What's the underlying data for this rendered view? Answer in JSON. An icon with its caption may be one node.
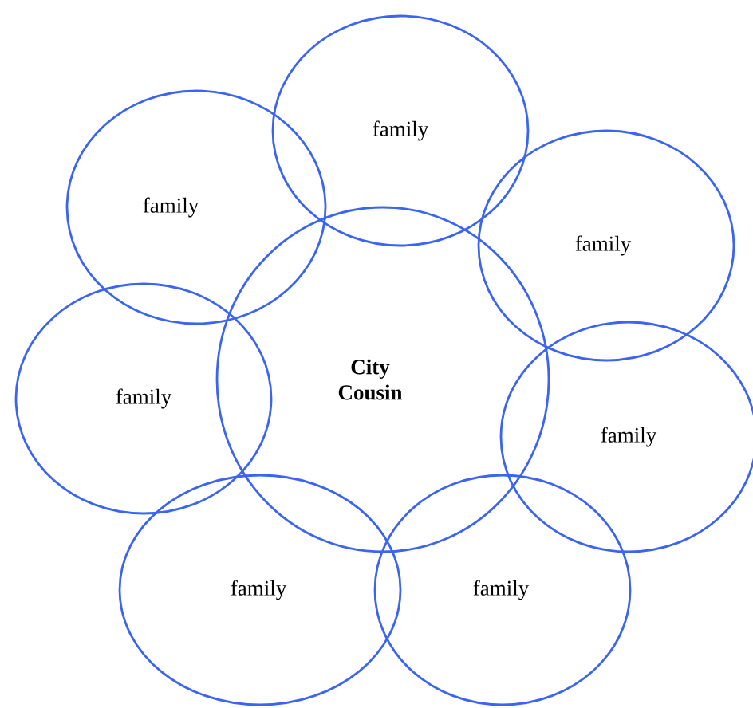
{
  "diagram": {
    "nodes": [
      {
        "text": [
          "family"
        ]
      },
      {
        "text": [
          "family"
        ]
      },
      {
        "text": [
          "family"
        ]
      },
      {
        "text": [
          "family"
        ]
      },
      {
        "text": [
          "City Cousin"
        ]
      },
      {
        "text": [
          "family"
        ]
      },
      {
        "text": [
          "family"
        ]
      },
      {
        "text": [
          "family"
        ]
      }
    ]
  }
}
